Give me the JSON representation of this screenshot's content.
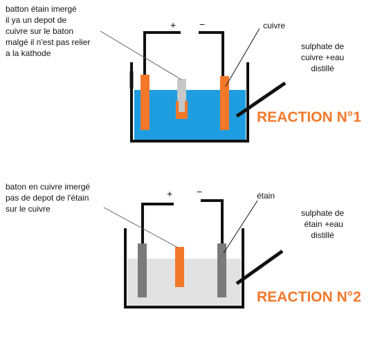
{
  "colors": {
    "solution_1": "#1e9ee0",
    "solution_2": "#e2e2e2",
    "copper": "#f3782a",
    "tin_grey": "#c8c8c8",
    "tin_dark": "#7a7a7a",
    "wire": "#111111",
    "title": "#f3782a"
  },
  "reaction_1": {
    "title": "REACTION N°1",
    "note": "batton étain imergé\nil ya un depot de\ncuivre sur le baton\nmalgé il n'est pas relier\na la kathode",
    "electrode_label": "cuivre",
    "solution_label": "sulphate de\ncuivre +eau\ndistillé",
    "plus": "+",
    "minus": "−"
  },
  "reaction_2": {
    "title": "REACTION N°2",
    "note": "baton en cuivre imergé\npas de depot de l'étain\nsur le cuivre",
    "electrode_label": "étain",
    "solution_label": "sulphate de\n étain +eau\ndistillé",
    "plus": "+",
    "minus": "−"
  }
}
